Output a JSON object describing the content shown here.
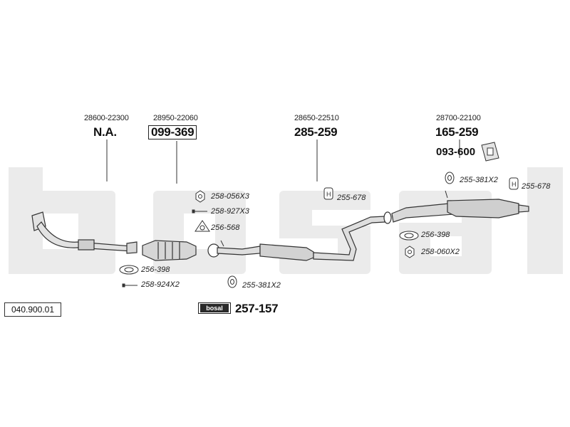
{
  "catalog_number": "040.900.01",
  "watermark_brand": "bosal",
  "kit": {
    "brand_tag": "bosal",
    "part": "257-157"
  },
  "sections": [
    {
      "oem": "28600-22300",
      "part": "N.A.",
      "boxed": false
    },
    {
      "oem": "28950-22060",
      "part": "099-369",
      "boxed": true
    },
    {
      "oem": "28650-22510",
      "part": "285-259",
      "boxed": false
    },
    {
      "oem": "28700-22100",
      "part": "165-259",
      "boxed": false
    }
  ],
  "side_part": "093-600",
  "accessories": [
    {
      "code": "258-056X3",
      "icon": "nut-icon"
    },
    {
      "code": "258-927X3",
      "icon": "bolt-icon"
    },
    {
      "code": "256-568",
      "icon": "triangle-gasket-icon"
    },
    {
      "code": "255-678",
      "icon": "rubber-hanger-icon"
    },
    {
      "code": "255-678",
      "icon": "rubber-hanger-icon"
    },
    {
      "code": "255-381X2",
      "icon": "rubber-ring-icon"
    },
    {
      "code": "256-398",
      "icon": "oval-gasket-icon"
    },
    {
      "code": "258-060X2",
      "icon": "nut-icon"
    },
    {
      "code": "256-398",
      "icon": "oval-gasket-icon"
    },
    {
      "code": "258-924X2",
      "icon": "bolt-icon"
    },
    {
      "code": "255-381X2",
      "icon": "rubber-ring-icon"
    }
  ],
  "colors": {
    "watermark": "#ebebeb",
    "line": "#333333",
    "part_fill": "#d6d6d6"
  }
}
